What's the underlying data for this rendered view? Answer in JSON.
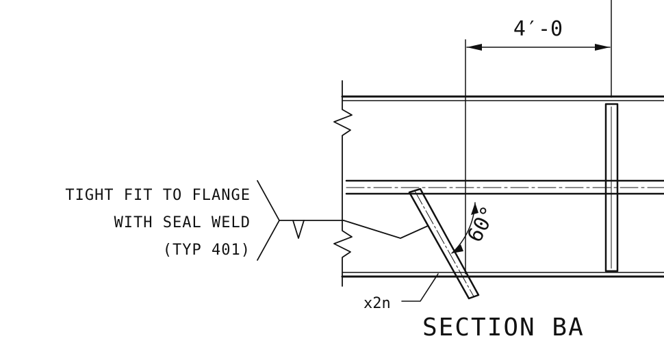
{
  "drawing": {
    "dimension_text": "4′-0",
    "angle_text": "60°",
    "weld_note": {
      "line1": "TIGHT FIT TO FLANGE",
      "line2": "WITH SEAL WELD",
      "line3": "(TYP 401)"
    },
    "multiplier_text": "x2n",
    "section_title": "SECTION BA"
  }
}
